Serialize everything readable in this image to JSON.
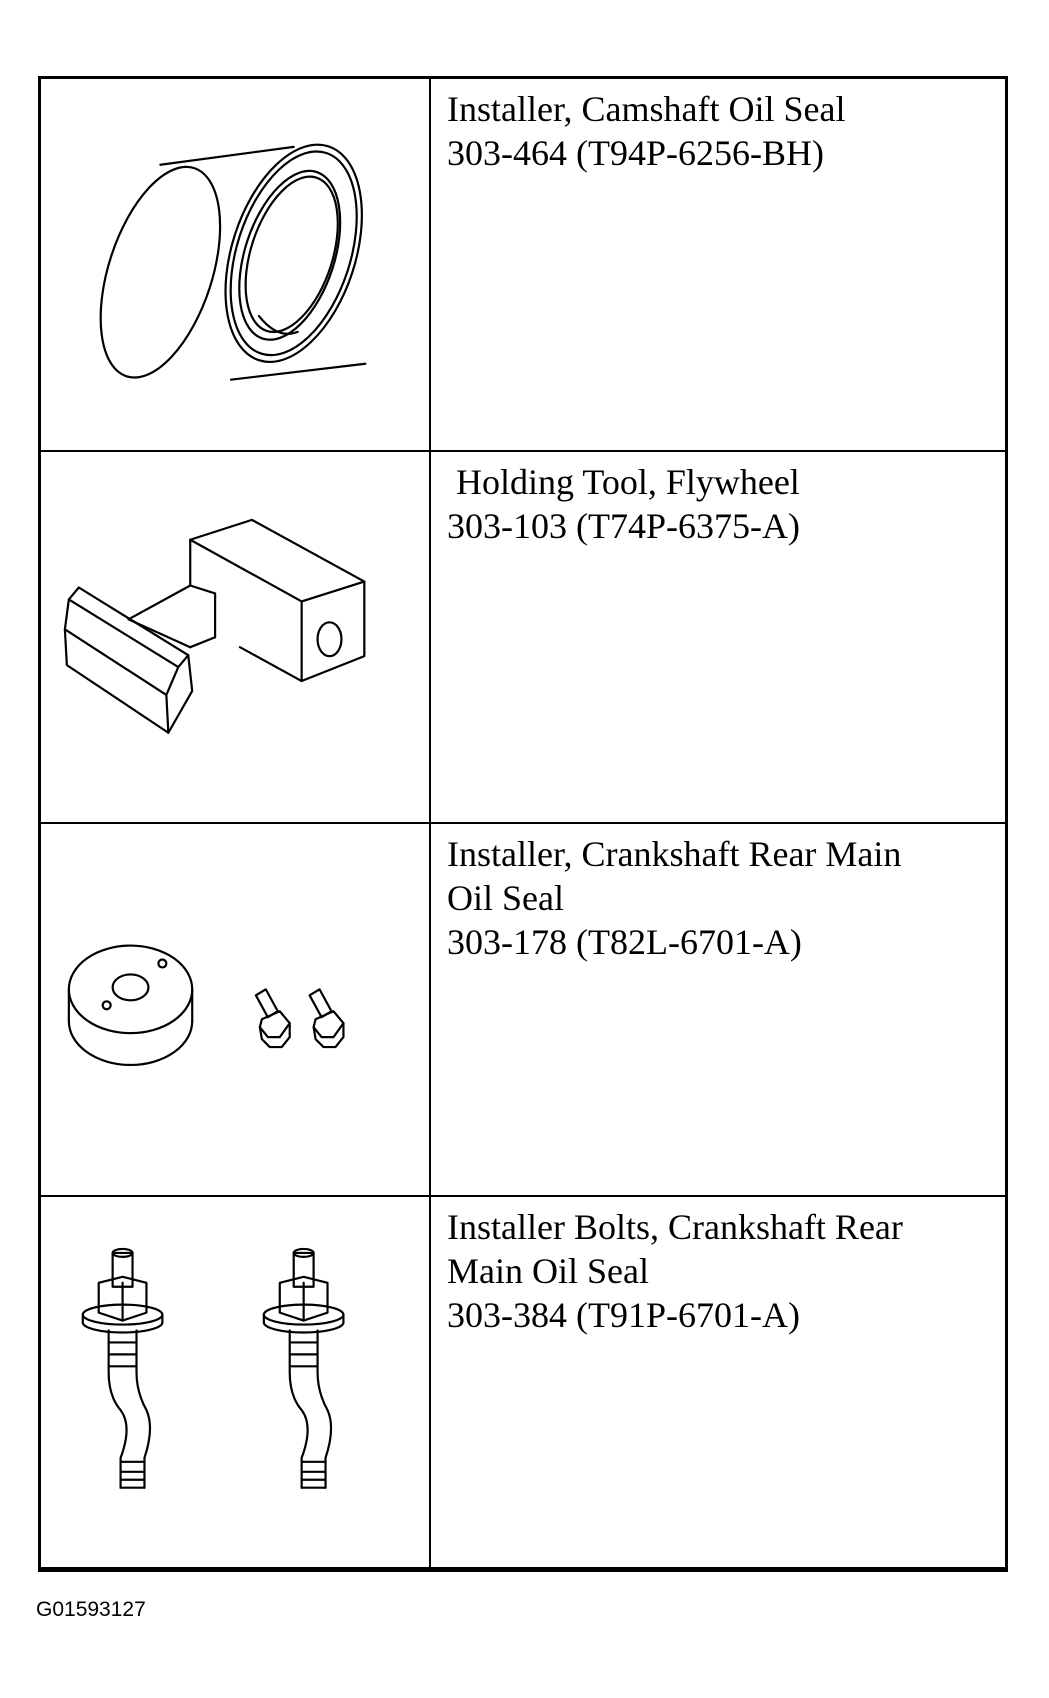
{
  "tools": [
    {
      "icon": "camshaft-seal-installer-illustration",
      "lines": [
        "Installer, Camshaft Oil Seal",
        "303-464 (T94P-6256-BH)"
      ]
    },
    {
      "icon": "flywheel-holding-tool-illustration",
      "lines": [
        " Holding Tool, Flywheel",
        "303-103 (T74P-6375-A)"
      ]
    },
    {
      "icon": "rear-main-seal-installer-illustration",
      "lines": [
        "Installer, Crankshaft Rear Main",
        "Oil Seal",
        "303-178 (T82L-6701-A)"
      ]
    },
    {
      "icon": "installer-bolts-illustration",
      "lines": [
        "Installer Bolts, Crankshaft Rear",
        "Main Oil Seal",
        "303-384 (T91P-6701-A)"
      ]
    }
  ],
  "figure_id": "G01593127"
}
